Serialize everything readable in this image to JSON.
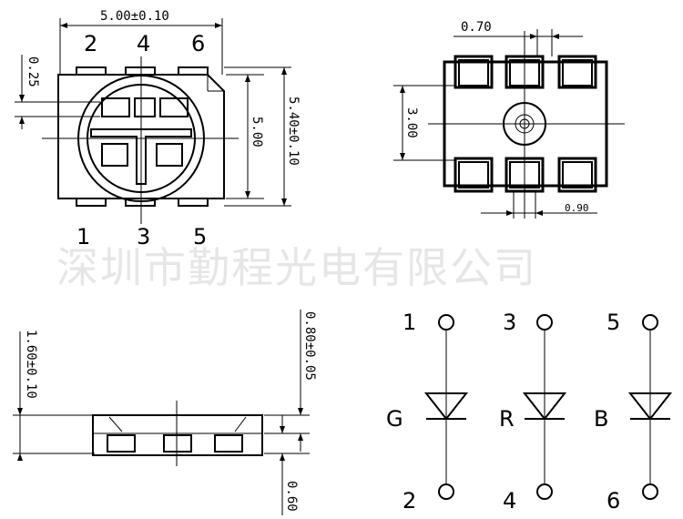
{
  "watermark": "深圳市勤程光电有限公司",
  "top_view": {
    "pins_top": [
      "2",
      "4",
      "6"
    ],
    "pins_bottom": [
      "1",
      "3",
      "5"
    ],
    "dim_width": "5.00±0.10",
    "dim_height_outer": "5.40±0.10",
    "dim_height_body": "5.00",
    "dim_pad": "0.25"
  },
  "bottom_view": {
    "dim_pitch": "0.70",
    "dim_span": "3.00",
    "dim_pad_width": "0.90"
  },
  "side_view": {
    "dim_height": "1.60±0.10",
    "dim_top": "0.80±0.05",
    "dim_bottom": "0.60"
  },
  "schematic": {
    "channels": [
      {
        "anode": "1",
        "cathode": "2",
        "color": "G"
      },
      {
        "anode": "3",
        "cathode": "4",
        "color": "R"
      },
      {
        "anode": "5",
        "cathode": "6",
        "color": "B"
      }
    ]
  }
}
